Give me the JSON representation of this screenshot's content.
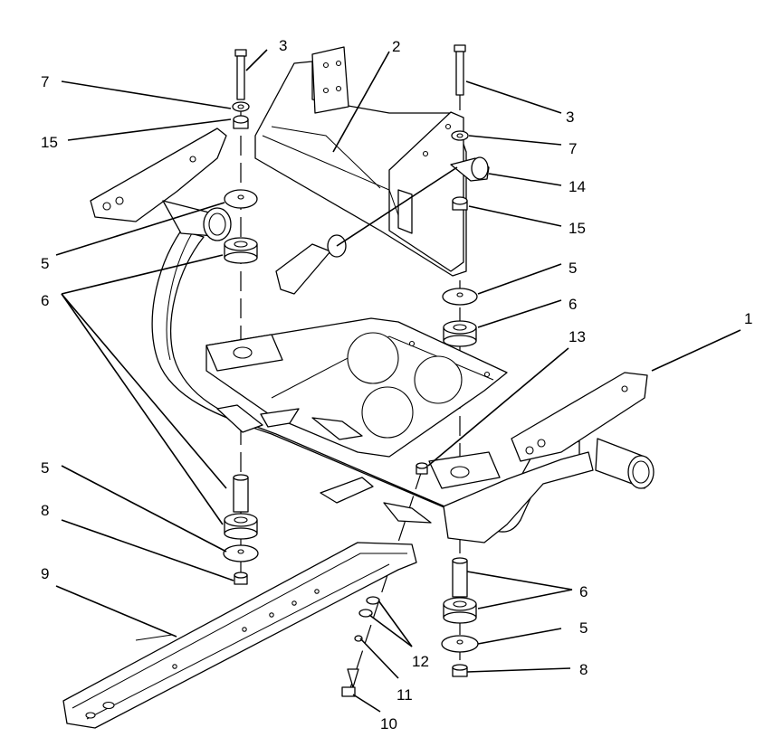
{
  "diagram": {
    "callouts": [
      {
        "id": "c3a",
        "text": "3"
      },
      {
        "id": "c2",
        "text": "2"
      },
      {
        "id": "c3b",
        "text": "3"
      },
      {
        "id": "c7a",
        "text": "7"
      },
      {
        "id": "c15a",
        "text": "15"
      },
      {
        "id": "c7b",
        "text": "7"
      },
      {
        "id": "c14",
        "text": "14"
      },
      {
        "id": "c15b",
        "text": "15"
      },
      {
        "id": "c5a",
        "text": "5"
      },
      {
        "id": "c6a",
        "text": "6"
      },
      {
        "id": "c5b",
        "text": "5"
      },
      {
        "id": "c6b",
        "text": "6"
      },
      {
        "id": "c1",
        "text": "1"
      },
      {
        "id": "c13",
        "text": "13"
      },
      {
        "id": "c5c",
        "text": "5"
      },
      {
        "id": "c8a",
        "text": "8"
      },
      {
        "id": "c9",
        "text": "9"
      },
      {
        "id": "c6c",
        "text": "6"
      },
      {
        "id": "c5d",
        "text": "5"
      },
      {
        "id": "c12",
        "text": "12"
      },
      {
        "id": "c8b",
        "text": "8"
      },
      {
        "id": "c11",
        "text": "11"
      },
      {
        "id": "c10",
        "text": "10"
      }
    ]
  }
}
